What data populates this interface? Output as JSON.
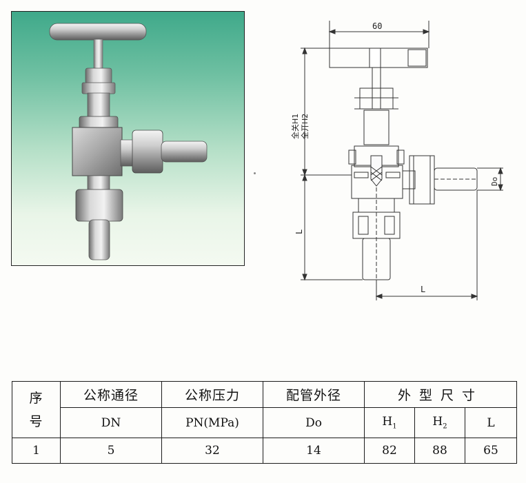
{
  "drawing": {
    "dim_60": "60",
    "dim_h_label_1": "全关H1",
    "dim_h_label_2": "全开H2",
    "dim_do": "Do",
    "dim_l_vertical": "L",
    "dim_l_horizontal": "L"
  },
  "table": {
    "headers": {
      "seq": "序号",
      "seq_line1": "序",
      "seq_line2": "号",
      "nominal_diameter": "公称通径",
      "nominal_pressure": "公称压力",
      "pipe_outer_diameter": "配管外径",
      "dimensions": "外型尺寸"
    },
    "subheaders": {
      "dn": "DN",
      "pn": "PN(MPa)",
      "do": "Do",
      "h1_base": "H",
      "h1_sub": "1",
      "h2_base": "H",
      "h2_sub": "2",
      "l": "L"
    },
    "rows": [
      {
        "seq": "1",
        "dn": "5",
        "pn": "32",
        "do": "14",
        "h1": "82",
        "h2": "88",
        "l": "65"
      }
    ]
  }
}
